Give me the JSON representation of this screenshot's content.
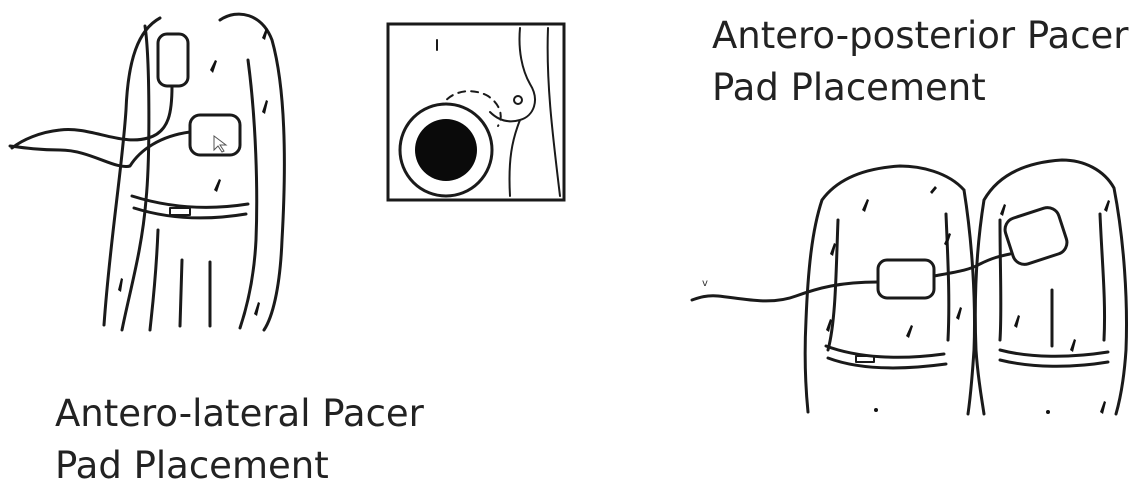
{
  "captions": {
    "antero_lateral": [
      "Antero-lateral Pacer",
      "Pad Placement"
    ],
    "antero_posterior": [
      "Antero-posterior Pacer",
      "Pad Placement"
    ]
  },
  "colors": {
    "ink": "#1a1a1a",
    "background": "#ffffff",
    "text": "#222222"
  },
  "icons": {
    "cursor": "cursor-arrow-icon"
  }
}
